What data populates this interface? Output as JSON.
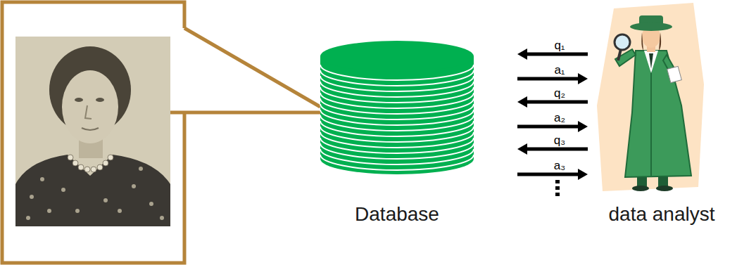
{
  "diagram": {
    "nodes": [
      {
        "text": [
          "Database"
        ]
      },
      {
        "text": [
          "data analyst"
        ]
      }
    ],
    "edges": [
      {
        "from": 1,
        "to": 0,
        "label": "q₁",
        "arrow": "to"
      },
      {
        "from": 0,
        "to": 1,
        "label": "a₁",
        "arrow": "to"
      },
      {
        "from": 1,
        "to": 0,
        "label": "q₂",
        "arrow": "to"
      },
      {
        "from": 0,
        "to": 1,
        "label": "a₂",
        "arrow": "to"
      },
      {
        "from": 1,
        "to": 0,
        "label": "q₃",
        "arrow": "to"
      },
      {
        "from": 0,
        "to": 1,
        "label": "a₃",
        "arrow": "to"
      }
    ]
  }
}
